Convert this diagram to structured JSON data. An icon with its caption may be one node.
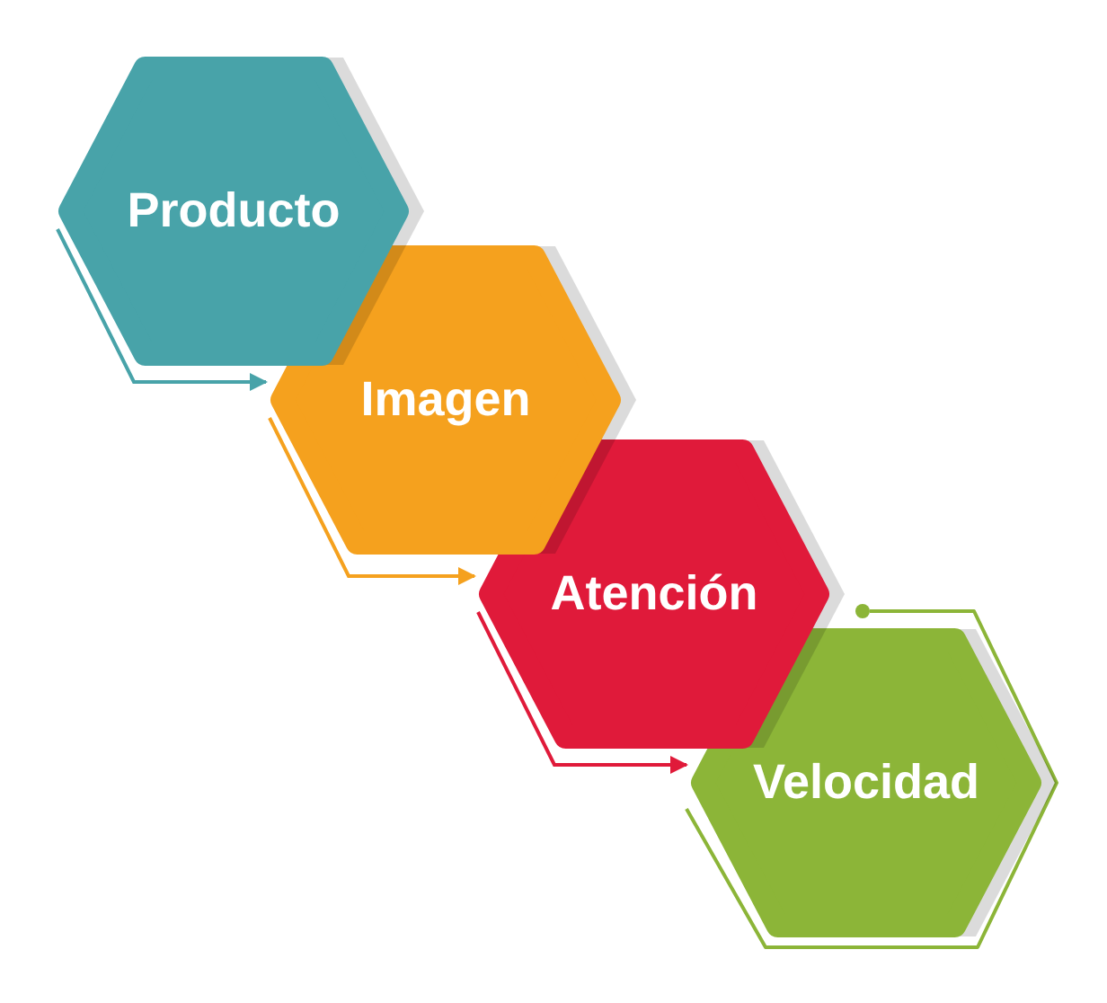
{
  "diagram": {
    "nodes": [
      {
        "text": [
          "Producto"
        ]
      },
      {
        "text": [
          "Imagen"
        ]
      },
      {
        "text": [
          "Atención"
        ]
      },
      {
        "text": [
          "Velocidad"
        ]
      }
    ],
    "edges": [
      {
        "from": 0,
        "to": 1,
        "arrow": "to",
        "color": "#48a3a9"
      },
      {
        "from": 1,
        "to": 2,
        "arrow": "to",
        "color": "#f5a11e"
      },
      {
        "from": 2,
        "to": 3,
        "arrow": "to",
        "color": "#e01a3a"
      }
    ]
  }
}
